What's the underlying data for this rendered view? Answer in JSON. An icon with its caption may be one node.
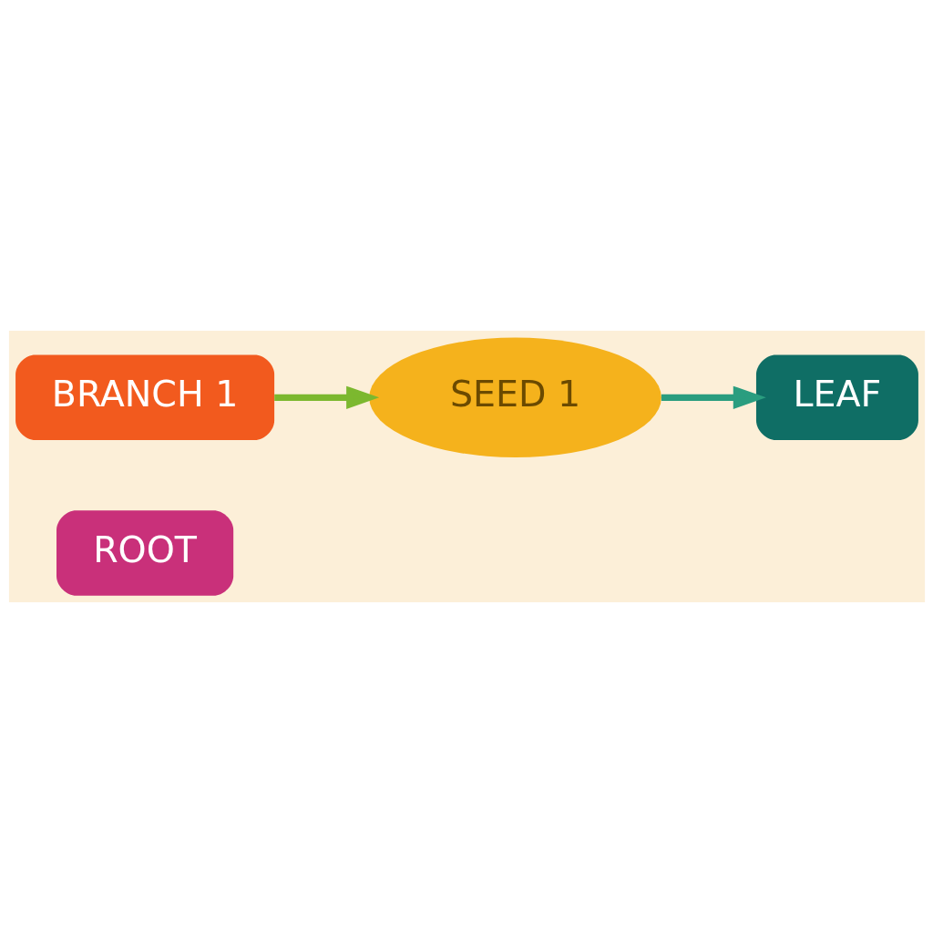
{
  "diagram": {
    "nodes": [
      {
        "text": [
          "ROOT"
        ]
      },
      {
        "text": [
          "BRANCH 1"
        ]
      },
      {
        "text": [
          "SEED 1"
        ]
      },
      {
        "text": [
          "LEAF"
        ]
      }
    ],
    "edges": [
      {
        "from": 1,
        "to": 2,
        "arrow": "to",
        "color": "#7cb82f"
      },
      {
        "from": 2,
        "to": 3,
        "arrow": "to",
        "color": "#2a9d7f"
      }
    ]
  }
}
